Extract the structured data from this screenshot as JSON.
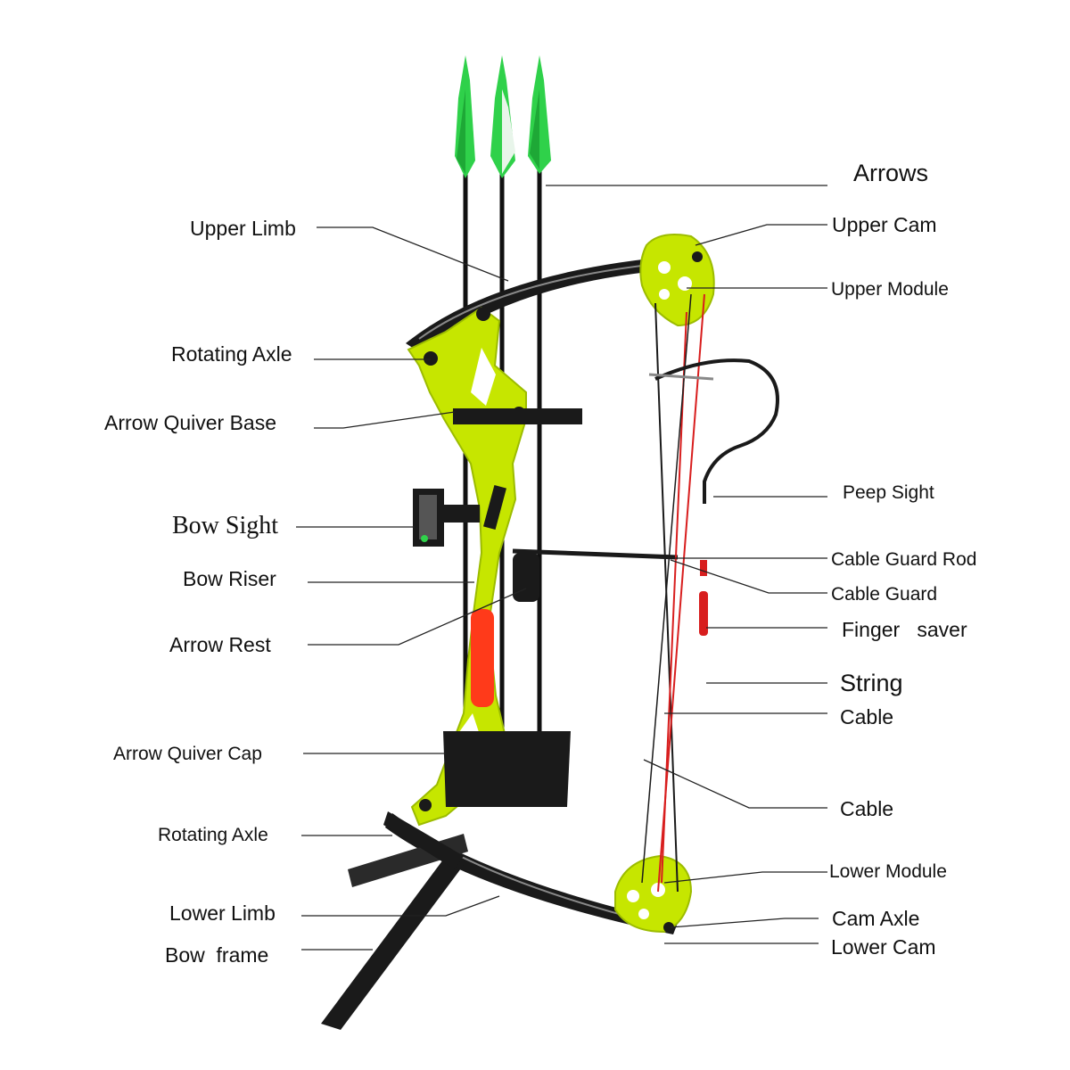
{
  "labels": {
    "arrows": "Arrows",
    "upper_cam": "Upper Cam",
    "upper_module": "Upper Module",
    "peep_sight": "Peep Sight",
    "cable_guard_rod": "Cable Guard Rod",
    "cable_guard": "Cable Guard",
    "finger_saver": "Finger   saver",
    "string": "String",
    "cable_upper": "Cable",
    "cable_lower": "Cable",
    "lower_module": "Lower Module",
    "cam_axle": "Cam Axle",
    "lower_cam": "Lower Cam",
    "upper_limb": "Upper Limb",
    "rotating_axle_upper": "Rotating Axle",
    "arrow_quiver_base": "Arrow Quiver Base",
    "bow_sight": "Bow Sight",
    "bow_riser": "Bow Riser",
    "arrow_rest": "Arrow Rest",
    "arrow_quiver_cap": "Arrow Quiver Cap",
    "rotating_axle_lower": "Rotating Axle",
    "lower_limb": "Lower Limb",
    "bow_frame": "Bow  frame"
  },
  "colors": {
    "riser": "#c6e600",
    "riser_dark": "#9cbc00",
    "limb": "#1a1a1a",
    "fletching": "#2fd14a",
    "string_red": "#d81e1e",
    "grip_pad": "#ff3a1a",
    "leader": "#222222"
  }
}
